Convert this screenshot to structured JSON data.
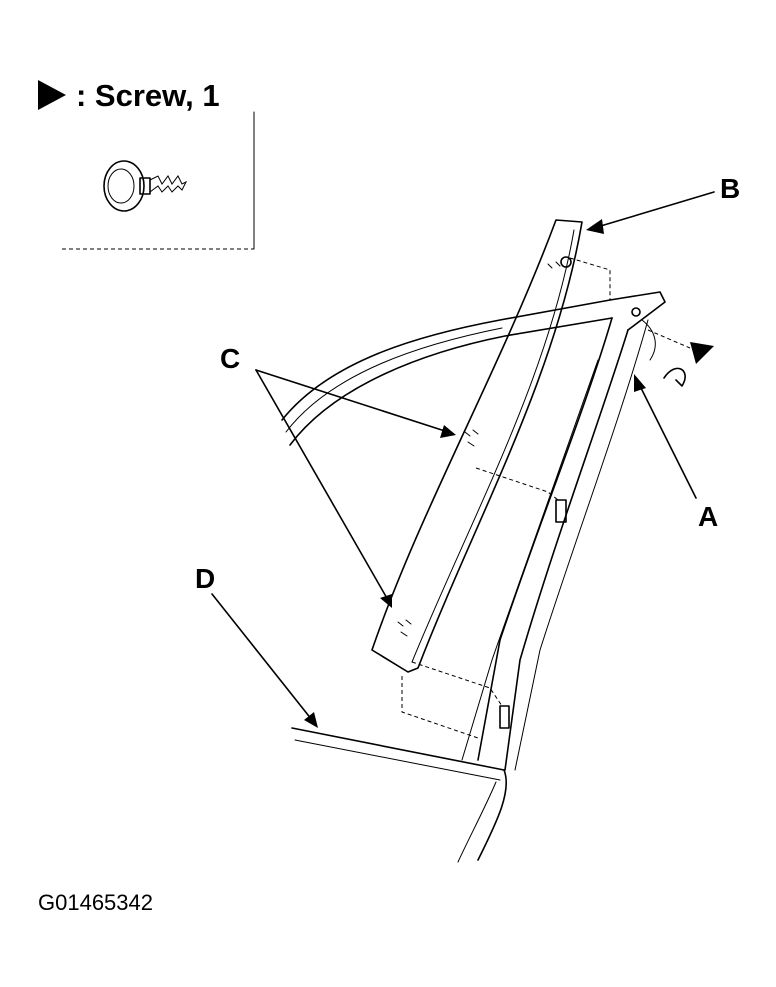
{
  "legend": {
    "text": ": Screw, 1"
  },
  "callouts": {
    "a": "A",
    "b": "B",
    "c": "C",
    "d": "D"
  },
  "figure_id": "G01465342"
}
